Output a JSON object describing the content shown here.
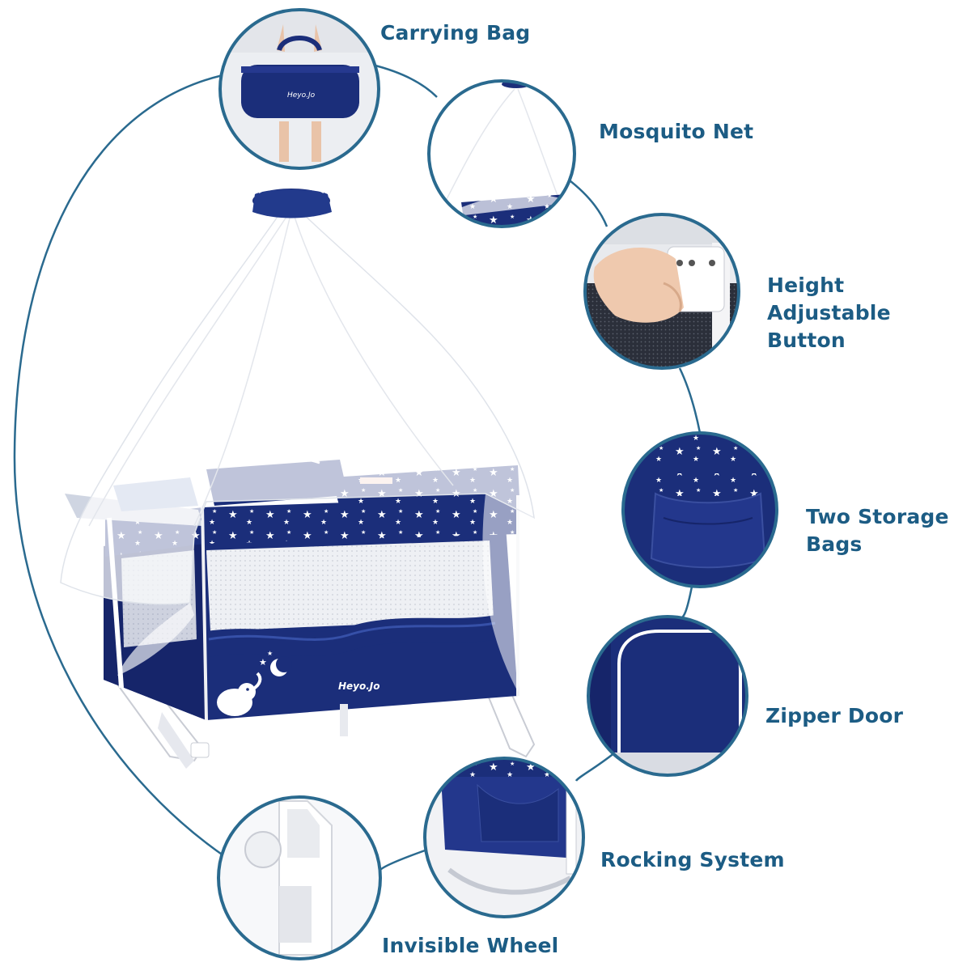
{
  "colors": {
    "accent": "#1c5c84",
    "navy": "#1b2e7a",
    "navy_dark": "#142266",
    "net": "#f4f6fb",
    "frame": "#ffffff"
  },
  "crib": {
    "brand": "Heyo.Jo"
  },
  "features": [
    {
      "id": "carrying-bag",
      "label": "Carrying Bag",
      "icon": "bag-icon"
    },
    {
      "id": "mosquito-net",
      "label": "Mosquito Net",
      "icon": "net-icon"
    },
    {
      "id": "height-adjustable-button",
      "label": "Height Adjustable\nButton",
      "icon": "button-icon"
    },
    {
      "id": "two-storage-bags",
      "label": "Two Storage\nBags",
      "icon": "storage-icon"
    },
    {
      "id": "zipper-door",
      "label": "Zipper Door",
      "icon": "zipper-icon"
    },
    {
      "id": "rocking-system",
      "label": "Rocking System",
      "icon": "rocker-icon"
    },
    {
      "id": "invisible-wheel",
      "label": "Invisible Wheel",
      "icon": "wheel-icon"
    }
  ]
}
